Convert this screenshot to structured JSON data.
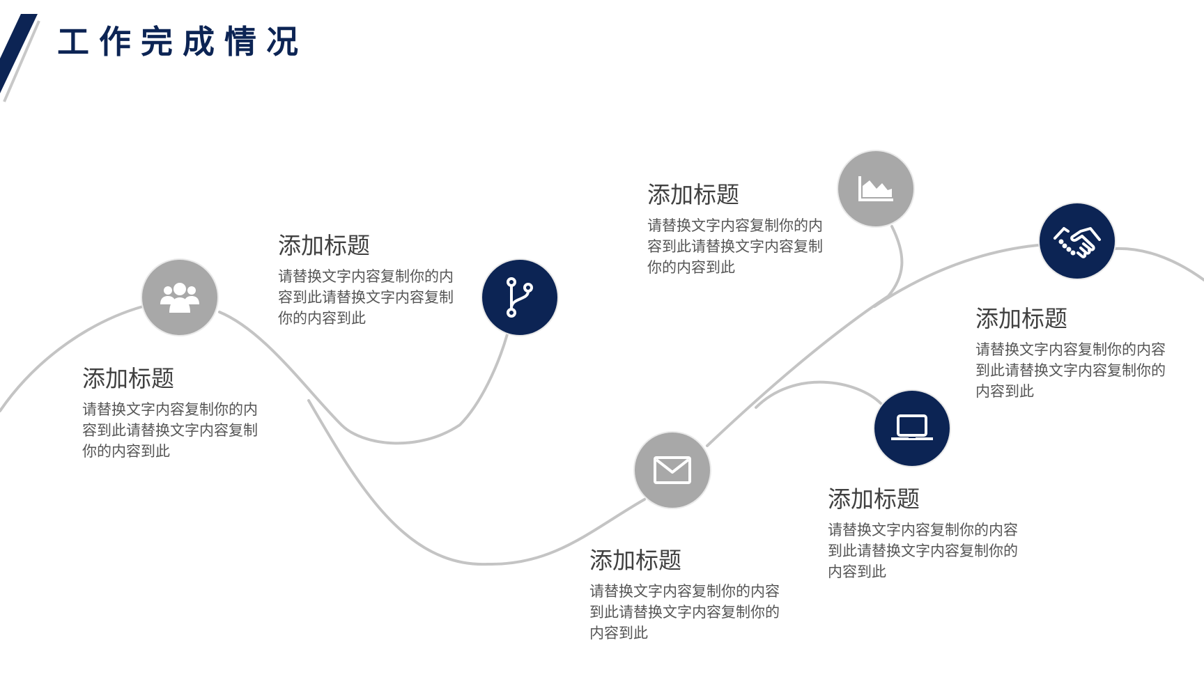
{
  "header": {
    "title": "工作完成情况"
  },
  "colors": {
    "navy": "#0c2454",
    "gray": "#a8a8a8",
    "line": "#c4c4c4",
    "text": "#404040"
  },
  "steps": [
    {
      "icon": "users-icon",
      "heading": "添加标题",
      "body": "请替换文字内容复制你的内容到此请替换文字内容复制你的内容到此"
    },
    {
      "icon": "branch-icon",
      "heading": "添加标题",
      "body": "请替换文字内容复制你的内容到此请替换文字内容复制你的内容到此"
    },
    {
      "icon": "mail-icon",
      "heading": "添加标题",
      "body": "请替换文字内容复制你的内容到此请替换文字内容复制你的内容到此"
    },
    {
      "icon": "area-chart-icon",
      "heading": "添加标题",
      "body": "请替换文字内容复制你的内容到此请替换文字内容复制你的内容到此"
    },
    {
      "icon": "laptop-icon",
      "heading": "添加标题",
      "body": "请替换文字内容复制你的内容到此请替换文字内容复制你的内容到此"
    },
    {
      "icon": "handshake-icon",
      "heading": "添加标题",
      "body": "请替换文字内容复制你的内容到此请替换文字内容复制你的内容到此"
    }
  ]
}
